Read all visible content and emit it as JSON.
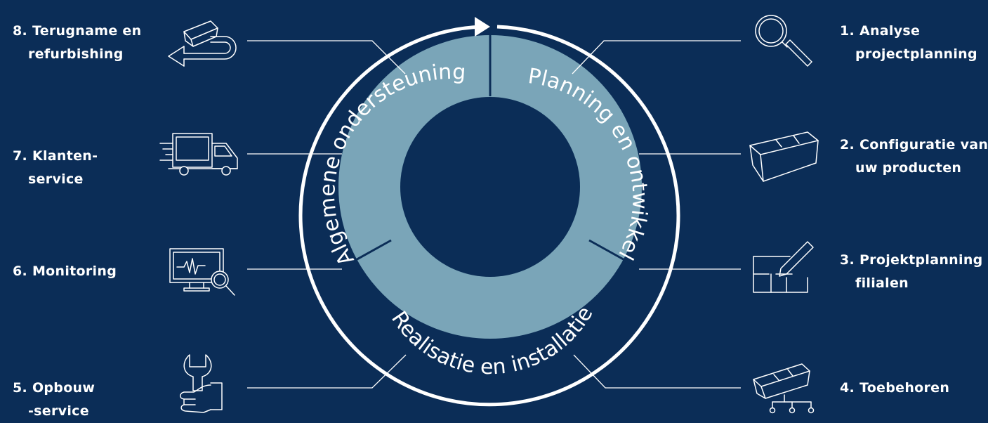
{
  "colors": {
    "background": "#0b2d57",
    "ring": "#7aa5b8",
    "line": "#ffffff"
  },
  "segments": {
    "planning": "Planning en ontwikkeling",
    "realisation": "Realisatie en installatie",
    "support": "Algemene ondersteuning"
  },
  "steps": {
    "s1": {
      "line1": "1. Analyse",
      "line2": "projectplanning",
      "icon": "magnifier-icon"
    },
    "s2": {
      "line1": "2. Configuratie van",
      "line2": "uw producten",
      "icon": "shelf-box-icon"
    },
    "s3": {
      "line1": "3. Projektplanning",
      "line2": "filialen",
      "icon": "floorplan-pencil-icon"
    },
    "s4": {
      "line1": "4. Toebehoren",
      "line2": "",
      "icon": "shelf-accessories-icon"
    },
    "s5": {
      "line1": "5. Opbouw",
      "line2": "-service",
      "icon": "wrench-hand-icon"
    },
    "s6": {
      "line1": "6. Monitoring",
      "line2": "",
      "icon": "monitor-search-icon"
    },
    "s7": {
      "line1": "7. Klanten-",
      "line2": "service",
      "icon": "delivery-truck-icon"
    },
    "s8": {
      "line1": "8. Terugname en",
      "line2": "refurbishing",
      "icon": "return-arrow-box-icon"
    }
  }
}
